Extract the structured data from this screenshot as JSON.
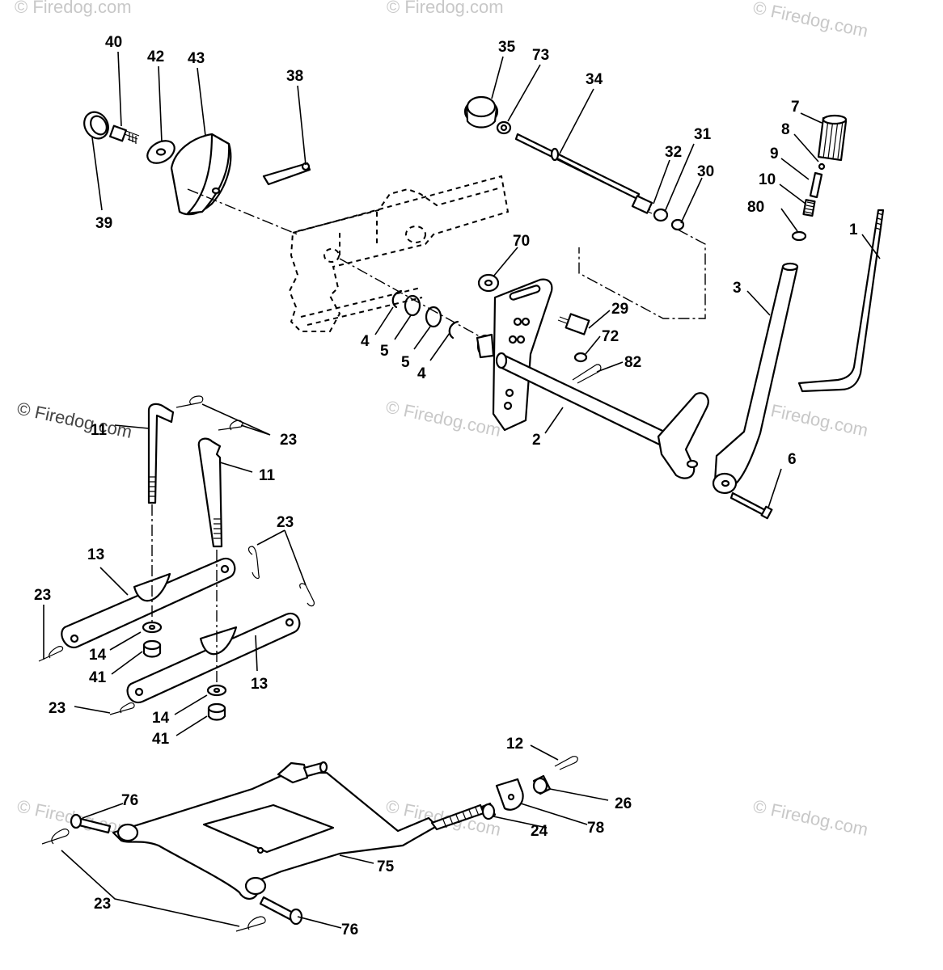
{
  "watermark": "© Firedog.com",
  "part_labels": [
    "40",
    "42",
    "43",
    "38",
    "39",
    "35",
    "73",
    "34",
    "7",
    "8",
    "31",
    "32",
    "30",
    "9",
    "10",
    "80",
    "1",
    "70",
    "3",
    "29",
    "72",
    "82",
    "4",
    "5",
    "5",
    "4",
    "2",
    "6",
    "11",
    "23",
    "11",
    "23",
    "13",
    "23",
    "23",
    "14",
    "41",
    "13",
    "23",
    "14",
    "41",
    "12",
    "76",
    "26",
    "78",
    "24",
    "75",
    "23",
    "76"
  ]
}
